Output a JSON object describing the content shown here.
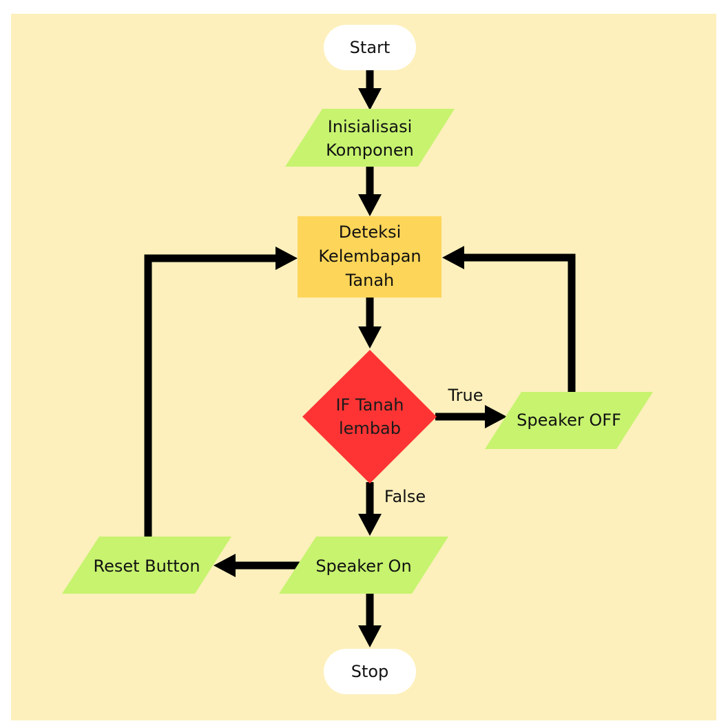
{
  "colors": {
    "page": "#ffffff",
    "background": "#fdf0bc",
    "terminal": "#ffffff",
    "io": "#c7f36f",
    "process": "#fdd558",
    "decision": "#fe3434",
    "arrow": "#000000",
    "text": "#111111"
  },
  "nodes": {
    "start": {
      "label": "Start"
    },
    "init": {
      "line1": "Inisialisasi",
      "line2": "Komponen"
    },
    "detect": {
      "line1": "Deteksi",
      "line2": "Kelembapan",
      "line3": "Tanah"
    },
    "decision": {
      "line1": "IF Tanah",
      "line2": "lembab"
    },
    "speaker_off": {
      "label": "Speaker OFF"
    },
    "speaker_on": {
      "label": "Speaker On"
    },
    "reset": {
      "label": "Reset Button"
    },
    "stop": {
      "label": "Stop"
    }
  },
  "edge_labels": {
    "true": "True",
    "false": "False"
  }
}
